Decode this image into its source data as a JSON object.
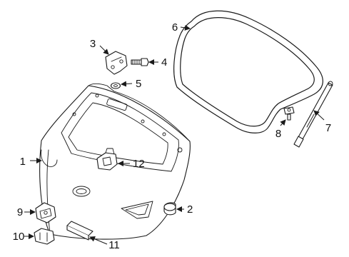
{
  "diagram": {
    "type": "exploded-parts-diagram",
    "callouts": [
      "1",
      "2",
      "3",
      "4",
      "5",
      "6",
      "7",
      "8",
      "9",
      "10",
      "11",
      "12"
    ],
    "colors": {
      "line": "#1a1a1a",
      "background": "#ffffff"
    }
  }
}
